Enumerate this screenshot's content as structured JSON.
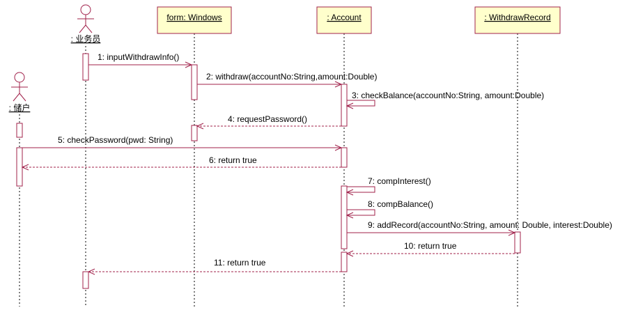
{
  "participants": {
    "salesman": {
      "label": ": 业务员",
      "kind": "actor"
    },
    "customer": {
      "label": ": 储户",
      "kind": "actor"
    },
    "form": {
      "label": "form: Windows",
      "kind": "object"
    },
    "account": {
      "label": ": Account",
      "kind": "object"
    },
    "record": {
      "label": ": WithdrawRecord",
      "kind": "object"
    }
  },
  "messages": [
    {
      "label": "1: inputWithdrawInfo()",
      "from": "salesman",
      "to": "form",
      "type": "call"
    },
    {
      "label": "2: withdraw(accountNo:String,amount:Double)",
      "from": "form",
      "to": "account",
      "type": "call"
    },
    {
      "label": "3: checkBalance(accountNo:String, amount:Double)",
      "from": "account",
      "to": "account",
      "type": "self"
    },
    {
      "label": "4: requestPassword()",
      "from": "account",
      "to": "form",
      "type": "return"
    },
    {
      "label": "5: checkPassword(pwd: String)",
      "from": "customer",
      "to": "account",
      "type": "call"
    },
    {
      "label": "6: return true",
      "from": "account",
      "to": "customer",
      "type": "return"
    },
    {
      "label": "7: compInterest()",
      "from": "account",
      "to": "account",
      "type": "self"
    },
    {
      "label": "8: compBalance()",
      "from": "account",
      "to": "account",
      "type": "self"
    },
    {
      "label": "9: addRecord(accountNo:String, amount: Double, interest:Double)",
      "from": "account",
      "to": "record",
      "type": "call"
    },
    {
      "label": "10: return true",
      "from": "record",
      "to": "account",
      "type": "return"
    },
    {
      "label": "11: return true",
      "from": "account",
      "to": "salesman",
      "type": "return"
    }
  ],
  "colors": {
    "line": "#a0204a",
    "object_fill": "#ffffcc",
    "text": "#000000"
  },
  "icons": {
    "actor": "stick-figure-icon"
  }
}
